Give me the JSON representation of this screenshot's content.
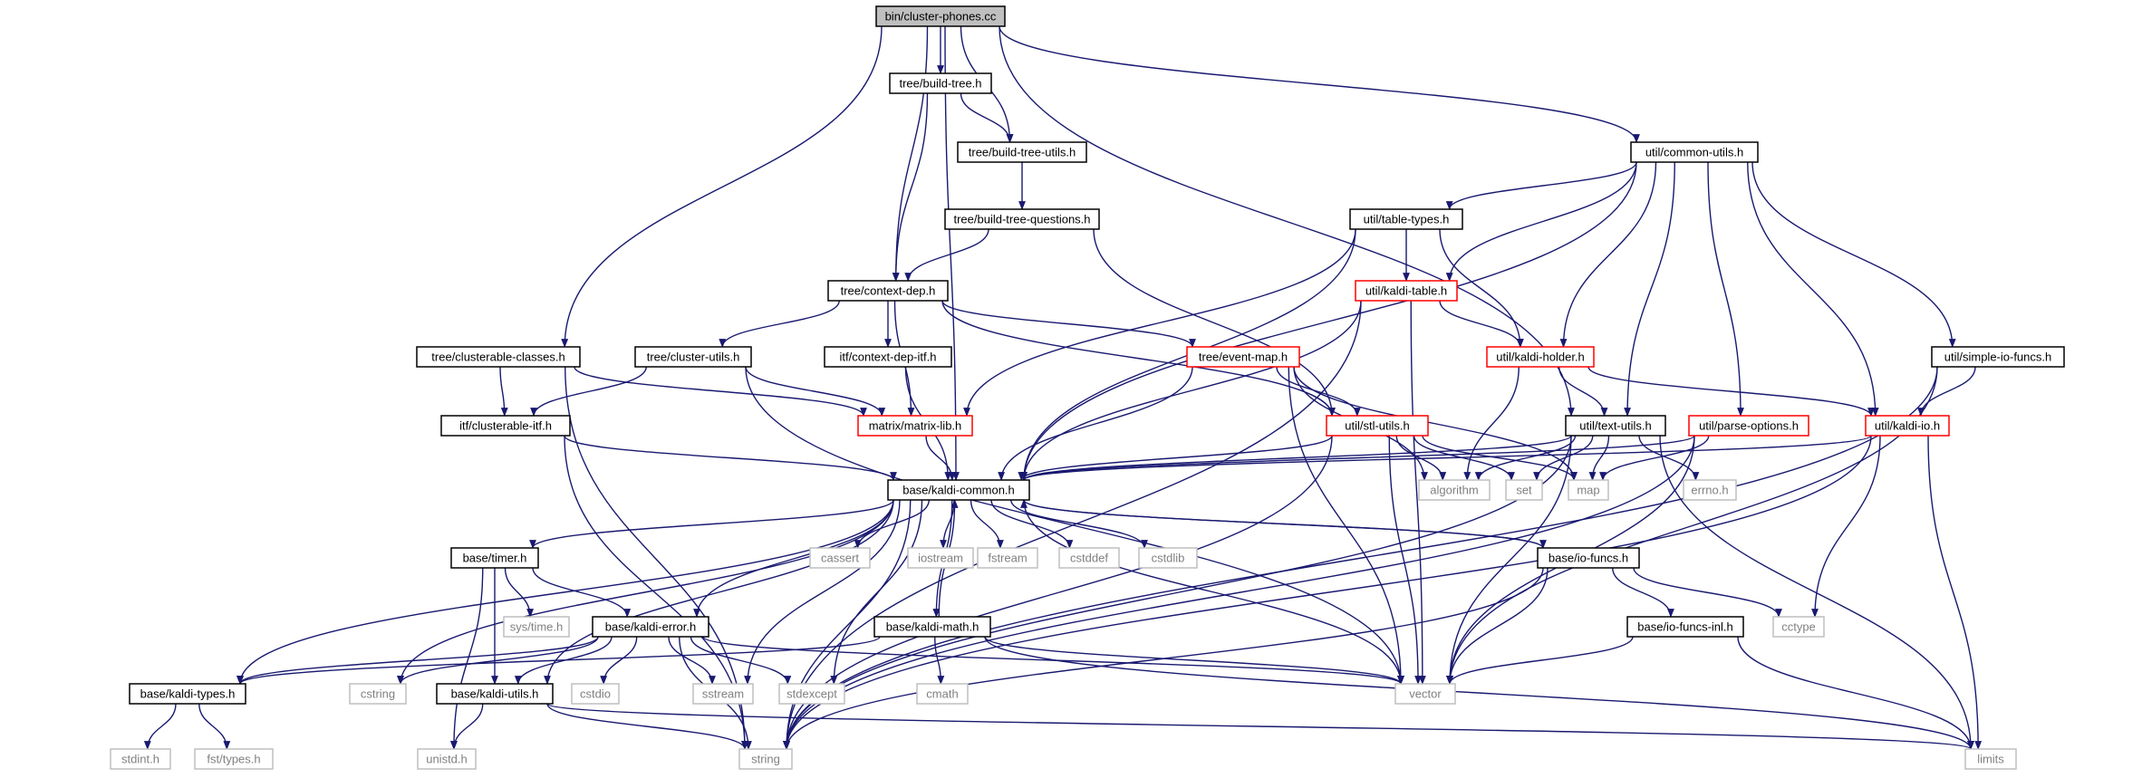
{
  "colors": {
    "edge": "#191970",
    "root_fill": "#bfbfbf",
    "default_border": "#000000",
    "truncated_border": "#ff0000",
    "system_border": "#bfbfbf",
    "system_text": "#808080",
    "text": "#000000"
  },
  "nodes": [
    {
      "id": "root",
      "label": "bin/cluster-phones.cc",
      "style": "root"
    },
    {
      "id": "build_tree",
      "label": "tree/build-tree.h",
      "style": "normal"
    },
    {
      "id": "build_tree_utils",
      "label": "tree/build-tree-utils.h",
      "style": "normal"
    },
    {
      "id": "build_tree_questions",
      "label": "tree/build-tree-questions.h",
      "style": "normal"
    },
    {
      "id": "context_dep",
      "label": "tree/context-dep.h",
      "style": "normal"
    },
    {
      "id": "clusterable_classes",
      "label": "tree/clusterable-classes.h",
      "style": "normal"
    },
    {
      "id": "cluster_utils",
      "label": "tree/cluster-utils.h",
      "style": "normal"
    },
    {
      "id": "context_dep_itf",
      "label": "itf/context-dep-itf.h",
      "style": "normal"
    },
    {
      "id": "clusterable_itf",
      "label": "itf/clusterable-itf.h",
      "style": "normal"
    },
    {
      "id": "matrix_lib",
      "label": "matrix/matrix-lib.h",
      "style": "truncated"
    },
    {
      "id": "event_map",
      "label": "tree/event-map.h",
      "style": "truncated"
    },
    {
      "id": "stl_utils",
      "label": "util/stl-utils.h",
      "style": "truncated"
    },
    {
      "id": "common_utils",
      "label": "util/common-utils.h",
      "style": "normal"
    },
    {
      "id": "table_types",
      "label": "util/table-types.h",
      "style": "normal"
    },
    {
      "id": "kaldi_table",
      "label": "util/kaldi-table.h",
      "style": "truncated"
    },
    {
      "id": "kaldi_holder",
      "label": "util/kaldi-holder.h",
      "style": "truncated"
    },
    {
      "id": "simple_io_funcs",
      "label": "util/simple-io-funcs.h",
      "style": "normal"
    },
    {
      "id": "text_utils",
      "label": "util/text-utils.h",
      "style": "normal"
    },
    {
      "id": "parse_options",
      "label": "util/parse-options.h",
      "style": "truncated"
    },
    {
      "id": "kaldi_io",
      "label": "util/kaldi-io.h",
      "style": "truncated"
    },
    {
      "id": "kaldi_common",
      "label": "base/kaldi-common.h",
      "style": "normal"
    },
    {
      "id": "algorithm",
      "label": "algorithm",
      "style": "system"
    },
    {
      "id": "set",
      "label": "set",
      "style": "system"
    },
    {
      "id": "map",
      "label": "map",
      "style": "system"
    },
    {
      "id": "errno",
      "label": "errno.h",
      "style": "system"
    },
    {
      "id": "timer",
      "label": "base/timer.h",
      "style": "normal"
    },
    {
      "id": "cassert",
      "label": "cassert",
      "style": "system"
    },
    {
      "id": "iostream",
      "label": "iostream",
      "style": "system"
    },
    {
      "id": "fstream",
      "label": "fstream",
      "style": "system"
    },
    {
      "id": "cstddef",
      "label": "cstddef",
      "style": "system"
    },
    {
      "id": "cstdlib",
      "label": "cstdlib",
      "style": "system"
    },
    {
      "id": "io_funcs",
      "label": "base/io-funcs.h",
      "style": "normal"
    },
    {
      "id": "sys_time",
      "label": "sys/time.h",
      "style": "system"
    },
    {
      "id": "kaldi_error",
      "label": "base/kaldi-error.h",
      "style": "normal"
    },
    {
      "id": "kaldi_math",
      "label": "base/kaldi-math.h",
      "style": "normal"
    },
    {
      "id": "io_funcs_inl",
      "label": "base/io-funcs-inl.h",
      "style": "normal"
    },
    {
      "id": "cctype",
      "label": "cctype",
      "style": "system"
    },
    {
      "id": "kaldi_types",
      "label": "base/kaldi-types.h",
      "style": "normal"
    },
    {
      "id": "cstring",
      "label": "cstring",
      "style": "system"
    },
    {
      "id": "kaldi_utils",
      "label": "base/kaldi-utils.h",
      "style": "normal"
    },
    {
      "id": "cstdio",
      "label": "cstdio",
      "style": "system"
    },
    {
      "id": "sstream",
      "label": "sstream",
      "style": "system"
    },
    {
      "id": "stdexcept",
      "label": "stdexcept",
      "style": "system"
    },
    {
      "id": "cmath",
      "label": "cmath",
      "style": "system"
    },
    {
      "id": "vector",
      "label": "vector",
      "style": "system"
    },
    {
      "id": "stdint",
      "label": "stdint.h",
      "style": "system"
    },
    {
      "id": "fst_types",
      "label": "fst/types.h",
      "style": "system"
    },
    {
      "id": "unistd",
      "label": "unistd.h",
      "style": "system"
    },
    {
      "id": "string",
      "label": "string",
      "style": "system"
    },
    {
      "id": "limits",
      "label": "limits",
      "style": "system"
    }
  ],
  "edges": [
    [
      "root",
      "build_tree"
    ],
    [
      "root",
      "build_tree_utils"
    ],
    [
      "root",
      "context_dep"
    ],
    [
      "root",
      "clusterable_classes"
    ],
    [
      "root",
      "kaldi_common"
    ],
    [
      "root",
      "text_utils"
    ],
    [
      "root",
      "common_utils"
    ],
    [
      "build_tree",
      "build_tree_utils"
    ],
    [
      "build_tree",
      "context_dep"
    ],
    [
      "build_tree_utils",
      "build_tree_questions"
    ],
    [
      "build_tree_questions",
      "context_dep"
    ],
    [
      "build_tree_questions",
      "stl_utils"
    ],
    [
      "context_dep",
      "cluster_utils"
    ],
    [
      "context_dep",
      "context_dep_itf"
    ],
    [
      "context_dep",
      "matrix_lib"
    ],
    [
      "context_dep",
      "event_map"
    ],
    [
      "context_dep",
      "stl_utils"
    ],
    [
      "clusterable_classes",
      "clusterable_itf"
    ],
    [
      "clusterable_classes",
      "matrix_lib"
    ],
    [
      "clusterable_classes",
      "string"
    ],
    [
      "cluster_utils",
      "clusterable_itf"
    ],
    [
      "cluster_utils",
      "matrix_lib"
    ],
    [
      "cluster_utils",
      "vector"
    ],
    [
      "context_dep_itf",
      "kaldi_common"
    ],
    [
      "clusterable_itf",
      "kaldi_common"
    ],
    [
      "clusterable_itf",
      "string"
    ],
    [
      "matrix_lib",
      "kaldi_common"
    ],
    [
      "event_map",
      "kaldi_common"
    ],
    [
      "event_map",
      "stl_utils"
    ],
    [
      "event_map",
      "algorithm"
    ],
    [
      "event_map",
      "map"
    ],
    [
      "event_map",
      "vector"
    ],
    [
      "stl_utils",
      "kaldi_common"
    ],
    [
      "stl_utils",
      "algorithm"
    ],
    [
      "stl_utils",
      "set"
    ],
    [
      "stl_utils",
      "map"
    ],
    [
      "stl_utils",
      "vector"
    ],
    [
      "stl_utils",
      "string"
    ],
    [
      "common_utils",
      "table_types"
    ],
    [
      "common_utils",
      "kaldi_table"
    ],
    [
      "common_utils",
      "kaldi_holder"
    ],
    [
      "common_utils",
      "simple_io_funcs"
    ],
    [
      "common_utils",
      "text_utils"
    ],
    [
      "common_utils",
      "parse_options"
    ],
    [
      "common_utils",
      "kaldi_io"
    ],
    [
      "common_utils",
      "kaldi_common"
    ],
    [
      "table_types",
      "kaldi_table"
    ],
    [
      "table_types",
      "kaldi_holder"
    ],
    [
      "table_types",
      "matrix_lib"
    ],
    [
      "table_types",
      "kaldi_common"
    ],
    [
      "kaldi_table",
      "kaldi_holder"
    ],
    [
      "kaldi_table",
      "kaldi_common"
    ],
    [
      "kaldi_table",
      "vector"
    ],
    [
      "kaldi_table",
      "string"
    ],
    [
      "kaldi_holder",
      "text_utils"
    ],
    [
      "kaldi_holder",
      "kaldi_io"
    ],
    [
      "kaldi_holder",
      "algorithm"
    ],
    [
      "simple_io_funcs",
      "kaldi_io"
    ],
    [
      "simple_io_funcs",
      "vector"
    ],
    [
      "simple_io_funcs",
      "string"
    ],
    [
      "text_utils",
      "kaldi_common"
    ],
    [
      "text_utils",
      "algorithm"
    ],
    [
      "text_utils",
      "set"
    ],
    [
      "text_utils",
      "map"
    ],
    [
      "text_utils",
      "errno"
    ],
    [
      "text_utils",
      "vector"
    ],
    [
      "text_utils",
      "string"
    ],
    [
      "text_utils",
      "limits"
    ],
    [
      "parse_options",
      "kaldi_common"
    ],
    [
      "parse_options",
      "map"
    ],
    [
      "parse_options",
      "vector"
    ],
    [
      "parse_options",
      "string"
    ],
    [
      "kaldi_io",
      "kaldi_common"
    ],
    [
      "kaldi_io",
      "cctype"
    ],
    [
      "kaldi_io",
      "string"
    ],
    [
      "kaldi_io",
      "limits"
    ],
    [
      "kaldi_common",
      "timer"
    ],
    [
      "kaldi_common",
      "cassert"
    ],
    [
      "kaldi_common",
      "iostream"
    ],
    [
      "kaldi_common",
      "fstream"
    ],
    [
      "kaldi_common",
      "cstddef"
    ],
    [
      "kaldi_common",
      "cstdlib"
    ],
    [
      "kaldi_common",
      "io_funcs"
    ],
    [
      "kaldi_common",
      "kaldi_error"
    ],
    [
      "kaldi_common",
      "kaldi_math"
    ],
    [
      "kaldi_common",
      "kaldi_types"
    ],
    [
      "kaldi_common",
      "cstring"
    ],
    [
      "kaldi_common",
      "kaldi_utils"
    ],
    [
      "kaldi_common",
      "sstream"
    ],
    [
      "kaldi_common",
      "stdexcept"
    ],
    [
      "kaldi_common",
      "vector"
    ],
    [
      "kaldi_common",
      "string"
    ],
    [
      "timer",
      "sys_time"
    ],
    [
      "timer",
      "kaldi_error"
    ],
    [
      "timer",
      "kaldi_utils"
    ],
    [
      "timer",
      "unistd"
    ],
    [
      "io_funcs",
      "kaldi_common"
    ],
    [
      "io_funcs",
      "io_funcs_inl"
    ],
    [
      "io_funcs",
      "cctype"
    ],
    [
      "io_funcs",
      "vector"
    ],
    [
      "io_funcs",
      "string"
    ],
    [
      "io_funcs_inl",
      "vector"
    ],
    [
      "io_funcs_inl",
      "limits"
    ],
    [
      "kaldi_error",
      "kaldi_types"
    ],
    [
      "kaldi_error",
      "kaldi_utils"
    ],
    [
      "kaldi_error",
      "cstring"
    ],
    [
      "kaldi_error",
      "cstdio"
    ],
    [
      "kaldi_error",
      "sstream"
    ],
    [
      "kaldi_error",
      "stdexcept"
    ],
    [
      "kaldi_error",
      "string"
    ],
    [
      "kaldi_error",
      "vector"
    ],
    [
      "kaldi_math",
      "kaldi_common"
    ],
    [
      "kaldi_math",
      "kaldi_types"
    ],
    [
      "kaldi_math",
      "cmath"
    ],
    [
      "kaldi_math",
      "vector"
    ],
    [
      "kaldi_math",
      "limits"
    ],
    [
      "kaldi_types",
      "stdint"
    ],
    [
      "kaldi_types",
      "fst_types"
    ],
    [
      "kaldi_utils",
      "unistd"
    ],
    [
      "kaldi_utils",
      "string"
    ],
    [
      "kaldi_utils",
      "limits"
    ]
  ]
}
